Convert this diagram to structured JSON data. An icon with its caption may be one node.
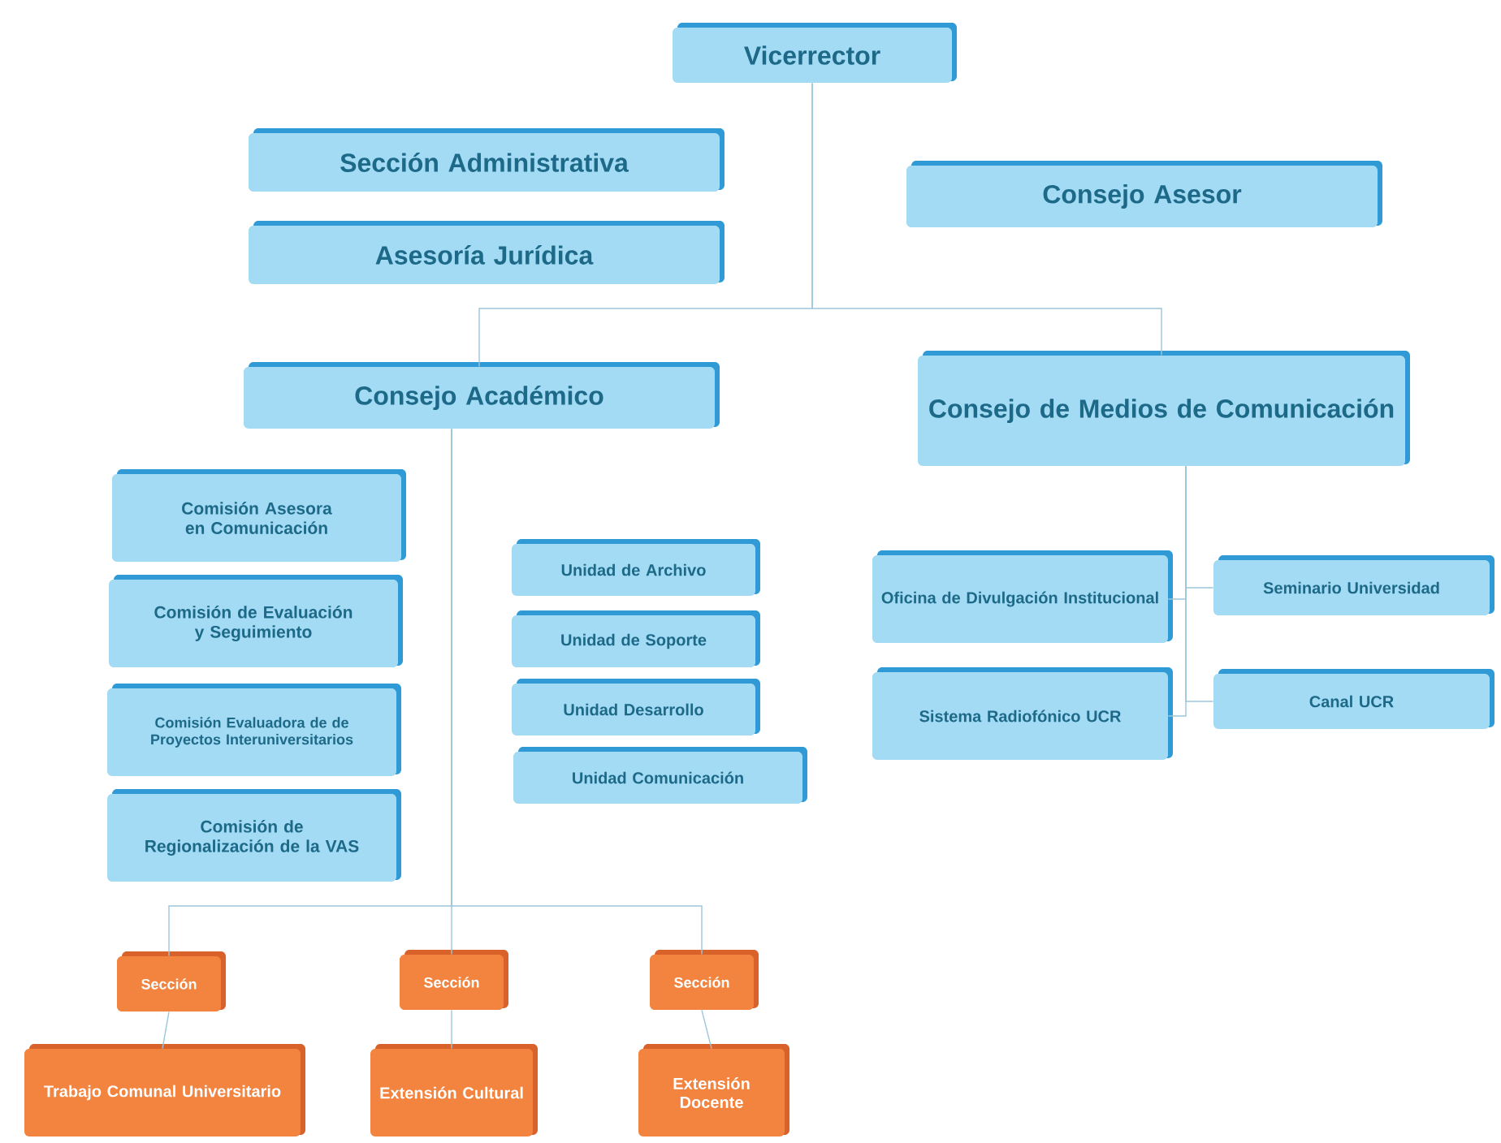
{
  "diagram": {
    "nodes": [
      {
        "text": [
          "Vicerrector"
        ]
      },
      {
        "text": [
          "Sección Administrativa"
        ]
      },
      {
        "text": [
          "Consejo Asesor"
        ]
      },
      {
        "text": [
          "Asesoría Jurídica"
        ]
      },
      {
        "text": [
          "Consejo Académico"
        ]
      },
      {
        "text": [
          "Consejo de Medios de Comunicación"
        ]
      },
      {
        "text": [
          "Comisión Asesora en Comunicación"
        ]
      },
      {
        "text": [
          "Comisión de Evaluación y Seguimiento"
        ]
      },
      {
        "text": [
          "Comisión Evaluadora de de Proyectos Interuniversitarios"
        ]
      },
      {
        "text": [
          "Comisión de Regionalización de la VAS"
        ]
      },
      {
        "text": [
          "Unidad de Archivo"
        ]
      },
      {
        "text": [
          "Unidad de Soporte"
        ]
      },
      {
        "text": [
          "Unidad Desarrollo"
        ]
      },
      {
        "text": [
          "Unidad Comunicación"
        ]
      },
      {
        "text": [
          "Oficina de Divulgación Institucional"
        ]
      },
      {
        "text": [
          "Seminario Universidad"
        ]
      },
      {
        "text": [
          "Sistema Radiofónico UCR"
        ]
      },
      {
        "text": [
          "Canal UCR"
        ]
      },
      {
        "text": [
          "Sección"
        ]
      },
      {
        "text": [
          "Sección"
        ]
      },
      {
        "text": [
          "Sección"
        ]
      },
      {
        "text": [
          "Trabajo Comunal Universitario"
        ]
      },
      {
        "text": [
          "Extensión Cultural"
        ]
      },
      {
        "text": [
          "Extensión Docente"
        ]
      }
    ],
    "edges": [
      {
        "from": 0,
        "to": 4,
        "arrow": "none"
      },
      {
        "from": 0,
        "to": 5,
        "arrow": "none"
      },
      {
        "from": 5,
        "to": 14,
        "arrow": "none"
      },
      {
        "from": 5,
        "to": 15,
        "arrow": "none"
      },
      {
        "from": 5,
        "to": 16,
        "arrow": "none"
      },
      {
        "from": 5,
        "to": 17,
        "arrow": "none"
      },
      {
        "from": 4,
        "to": 18,
        "arrow": "none"
      },
      {
        "from": 4,
        "to": 19,
        "arrow": "none"
      },
      {
        "from": 4,
        "to": 20,
        "arrow": "none"
      },
      {
        "from": 18,
        "to": 21,
        "arrow": "none"
      },
      {
        "from": 19,
        "to": 22,
        "arrow": "none"
      },
      {
        "from": 20,
        "to": 23,
        "arrow": "none"
      }
    ]
  }
}
